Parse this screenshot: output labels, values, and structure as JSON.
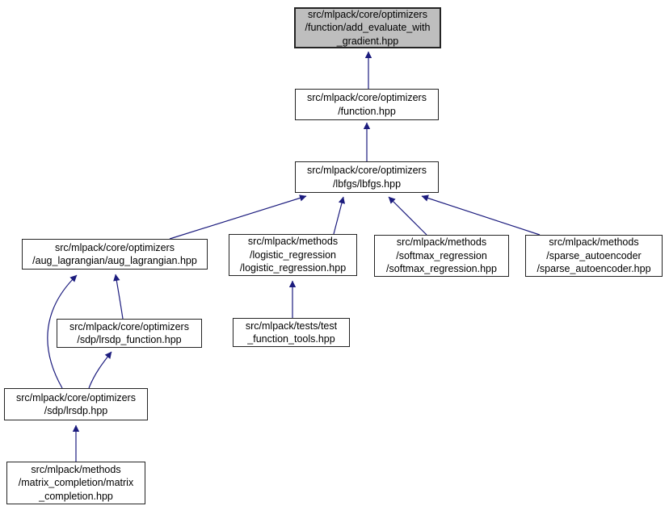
{
  "diagram": {
    "kind": "include-dependency-graph",
    "colors": {
      "background": "#ffffff",
      "edge": "#1c1c7e",
      "node_border": "#242424",
      "node_fill": "#ffffff",
      "highlight_fill": "#bebebe",
      "text": "#000000"
    },
    "nodes": [
      {
        "id": "add_evaluate_with_gradient",
        "highlighted": true,
        "lines": [
          "src/mlpack/core/optimizers",
          "/function/add_evaluate_with",
          "_gradient.hpp"
        ]
      },
      {
        "id": "function",
        "highlighted": false,
        "lines": [
          "src/mlpack/core/optimizers",
          "/function.hpp"
        ]
      },
      {
        "id": "lbfgs",
        "highlighted": false,
        "lines": [
          "src/mlpack/core/optimizers",
          "/lbfgs/lbfgs.hpp"
        ]
      },
      {
        "id": "aug_lagrangian",
        "highlighted": false,
        "lines": [
          "src/mlpack/core/optimizers",
          "/aug_lagrangian/aug_lagrangian.hpp"
        ]
      },
      {
        "id": "logistic_regression",
        "highlighted": false,
        "lines": [
          "src/mlpack/methods",
          "/logistic_regression",
          "/logistic_regression.hpp"
        ]
      },
      {
        "id": "softmax_regression",
        "highlighted": false,
        "lines": [
          "src/mlpack/methods",
          "/softmax_regression",
          "/softmax_regression.hpp"
        ]
      },
      {
        "id": "sparse_autoencoder",
        "highlighted": false,
        "lines": [
          "src/mlpack/methods",
          "/sparse_autoencoder",
          "/sparse_autoencoder.hpp"
        ]
      },
      {
        "id": "lrsdp_function",
        "highlighted": false,
        "lines": [
          "src/mlpack/core/optimizers",
          "/sdp/lrsdp_function.hpp"
        ]
      },
      {
        "id": "test_function_tools",
        "highlighted": false,
        "lines": [
          "src/mlpack/tests/test",
          "_function_tools.hpp"
        ]
      },
      {
        "id": "lrsdp",
        "highlighted": false,
        "lines": [
          "src/mlpack/core/optimizers",
          "/sdp/lrsdp.hpp"
        ]
      },
      {
        "id": "matrix_completion",
        "highlighted": false,
        "lines": [
          "src/mlpack/methods",
          "/matrix_completion/matrix",
          "_completion.hpp"
        ]
      }
    ],
    "edges": [
      {
        "from": "function",
        "to": "add_evaluate_with_gradient"
      },
      {
        "from": "lbfgs",
        "to": "function"
      },
      {
        "from": "aug_lagrangian",
        "to": "lbfgs"
      },
      {
        "from": "logistic_regression",
        "to": "lbfgs"
      },
      {
        "from": "softmax_regression",
        "to": "lbfgs"
      },
      {
        "from": "sparse_autoencoder",
        "to": "lbfgs"
      },
      {
        "from": "lrsdp_function",
        "to": "aug_lagrangian"
      },
      {
        "from": "lrsdp",
        "to": "aug_lagrangian"
      },
      {
        "from": "lrsdp",
        "to": "lrsdp_function"
      },
      {
        "from": "test_function_tools",
        "to": "logistic_regression"
      },
      {
        "from": "matrix_completion",
        "to": "lrsdp"
      }
    ]
  }
}
